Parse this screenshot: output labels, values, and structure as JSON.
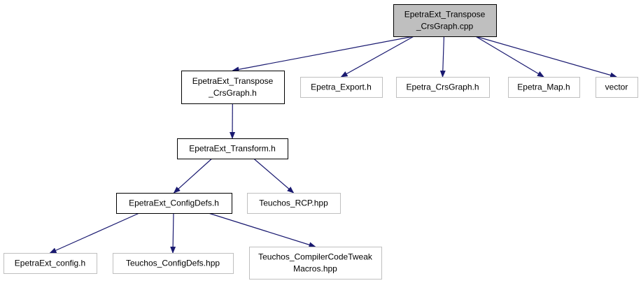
{
  "colors": {
    "edge": "#191970",
    "root_fill": "#bfbfbf",
    "root_stroke": "#000000",
    "internal_stroke": "#000000",
    "external_stroke": "#bfbfbf",
    "node_fill": "#ffffff"
  },
  "nodes": {
    "root": {
      "lines": [
        "EpetraExt_Transpose",
        "_CrsGraph.cpp"
      ],
      "kind": "root"
    },
    "transpose_h": {
      "lines": [
        "EpetraExt_Transpose",
        "_CrsGraph.h"
      ],
      "kind": "internal"
    },
    "export_h": {
      "lines": [
        "Epetra_Export.h"
      ],
      "kind": "external"
    },
    "crsgraph_h": {
      "lines": [
        "Epetra_CrsGraph.h"
      ],
      "kind": "external"
    },
    "map_h": {
      "lines": [
        "Epetra_Map.h"
      ],
      "kind": "external"
    },
    "vector": {
      "lines": [
        "vector"
      ],
      "kind": "external"
    },
    "transform_h": {
      "lines": [
        "EpetraExt_Transform.h"
      ],
      "kind": "internal"
    },
    "configdefs_h": {
      "lines": [
        "EpetraExt_ConfigDefs.h"
      ],
      "kind": "internal"
    },
    "rcp_hpp": {
      "lines": [
        "Teuchos_RCP.hpp"
      ],
      "kind": "external"
    },
    "config_h": {
      "lines": [
        "EpetraExt_config.h"
      ],
      "kind": "external"
    },
    "teuchos_configdefs": {
      "lines": [
        "Teuchos_ConfigDefs.hpp"
      ],
      "kind": "external"
    },
    "compilercodetweak": {
      "lines": [
        "Teuchos_CompilerCodeTweak",
        "Macros.hpp"
      ],
      "kind": "external"
    }
  },
  "edges": [
    [
      "root",
      "transpose_h"
    ],
    [
      "root",
      "export_h"
    ],
    [
      "root",
      "crsgraph_h"
    ],
    [
      "root",
      "map_h"
    ],
    [
      "root",
      "vector"
    ],
    [
      "transpose_h",
      "transform_h"
    ],
    [
      "transform_h",
      "configdefs_h"
    ],
    [
      "transform_h",
      "rcp_hpp"
    ],
    [
      "configdefs_h",
      "config_h"
    ],
    [
      "configdefs_h",
      "teuchos_configdefs"
    ],
    [
      "configdefs_h",
      "compilercodetweak"
    ]
  ]
}
